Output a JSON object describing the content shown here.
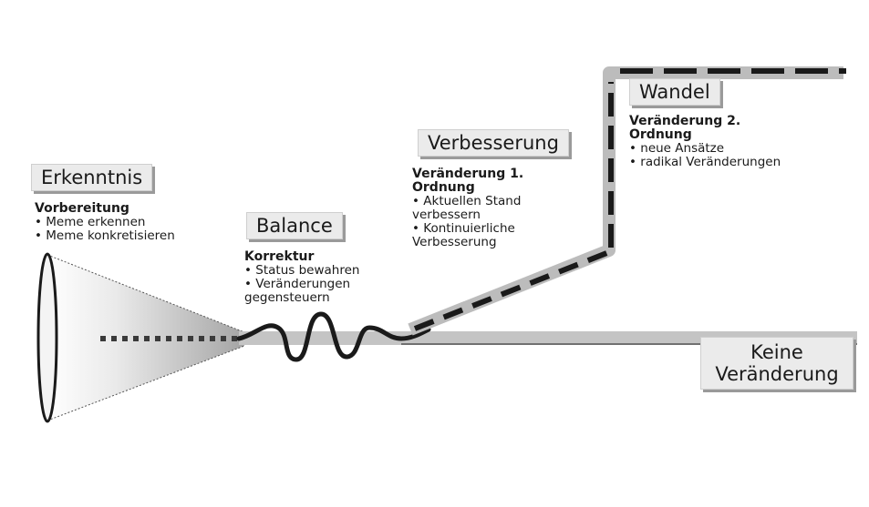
{
  "stages": {
    "erkenntnis": {
      "title": "Erkenntnis",
      "heading": "Vorbereitung",
      "items": [
        "Meme erkennen",
        "Meme konkretisieren"
      ]
    },
    "balance": {
      "title": "Balance",
      "heading": "Korrektur",
      "items": [
        "Status bewahren",
        "Veränderungen gegensteuern"
      ]
    },
    "verbesserung": {
      "title": "Verbesserung",
      "heading": "Veränderung 1. Ordnung",
      "items": [
        "Aktuellen Stand verbessern",
        "Kontinuierliche Verbesserung"
      ]
    },
    "wandel": {
      "title": "Wandel",
      "heading": "Veränderung 2. Ordnung",
      "items": [
        "neue Ansätze",
        "radikal Veränderungen"
      ]
    },
    "keine": {
      "line1": "Keine",
      "line2": "Veränderung"
    }
  },
  "colors": {
    "ink": "#1a1a1a",
    "band": "#bdbdbd",
    "box": "#ebebeb"
  }
}
